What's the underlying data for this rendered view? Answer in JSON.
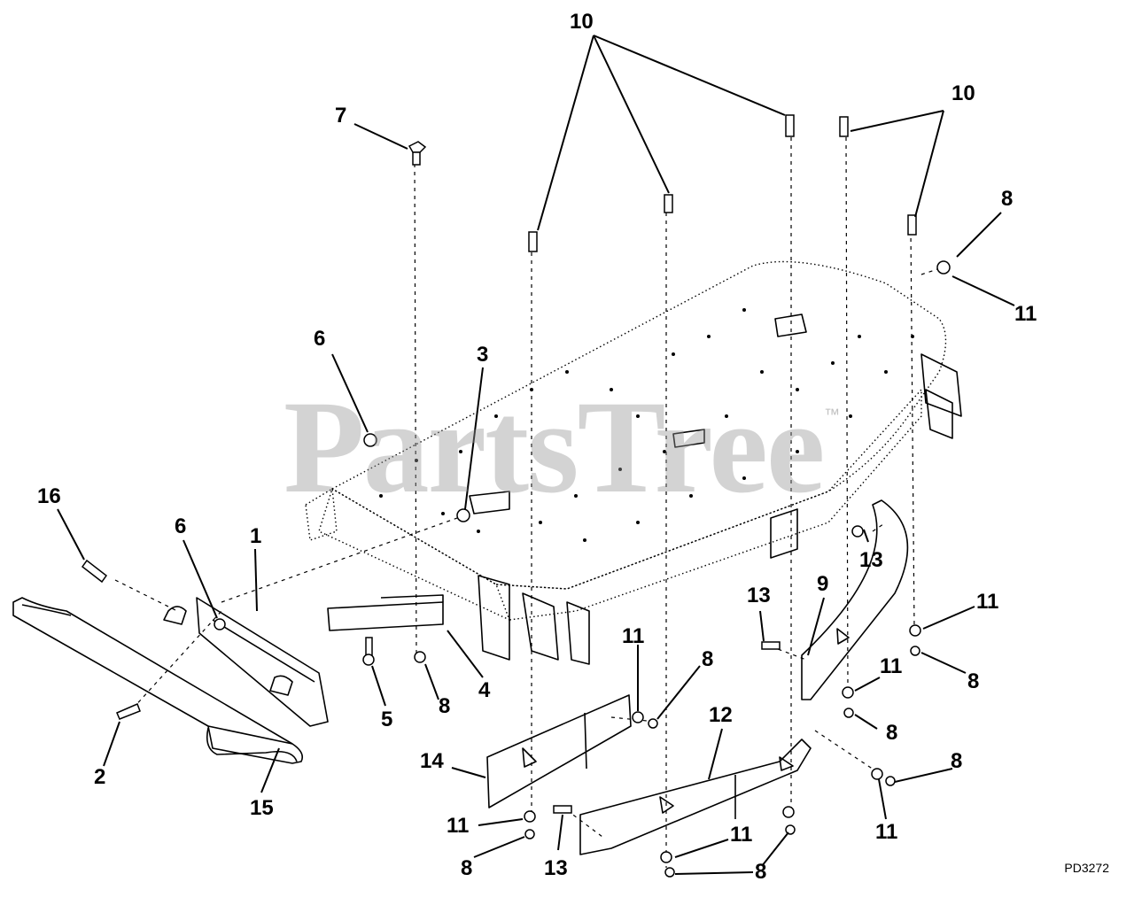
{
  "watermark": {
    "text": "PartsTree",
    "trademark": "™"
  },
  "drawing_code": "PD3272",
  "callouts": [
    {
      "id": "c10a",
      "text": "10"
    },
    {
      "id": "c10b",
      "text": "10"
    },
    {
      "id": "c7",
      "text": "7"
    },
    {
      "id": "c8a",
      "text": "8"
    },
    {
      "id": "c11a",
      "text": "11"
    },
    {
      "id": "c6a",
      "text": "6"
    },
    {
      "id": "c3",
      "text": "3"
    },
    {
      "id": "c16",
      "text": "16"
    },
    {
      "id": "c6b",
      "text": "6"
    },
    {
      "id": "c1",
      "text": "1"
    },
    {
      "id": "c13a",
      "text": "13"
    },
    {
      "id": "c9",
      "text": "9"
    },
    {
      "id": "c13b",
      "text": "13"
    },
    {
      "id": "c11b",
      "text": "11"
    },
    {
      "id": "c11c",
      "text": "11"
    },
    {
      "id": "c8b",
      "text": "8"
    },
    {
      "id": "c11d",
      "text": "11"
    },
    {
      "id": "c8c",
      "text": "8"
    },
    {
      "id": "c5",
      "text": "5"
    },
    {
      "id": "c8d",
      "text": "8"
    },
    {
      "id": "c4",
      "text": "4"
    },
    {
      "id": "c12",
      "text": "12"
    },
    {
      "id": "c8e",
      "text": "8"
    },
    {
      "id": "c8f",
      "text": "8"
    },
    {
      "id": "c2",
      "text": "2"
    },
    {
      "id": "c15",
      "text": "15"
    },
    {
      "id": "c14",
      "text": "14"
    },
    {
      "id": "c11e",
      "text": "11"
    },
    {
      "id": "c11f",
      "text": "11"
    },
    {
      "id": "c11g",
      "text": "11"
    },
    {
      "id": "c8g",
      "text": "8"
    },
    {
      "id": "c13c",
      "text": "13"
    },
    {
      "id": "c8h",
      "text": "8"
    }
  ]
}
